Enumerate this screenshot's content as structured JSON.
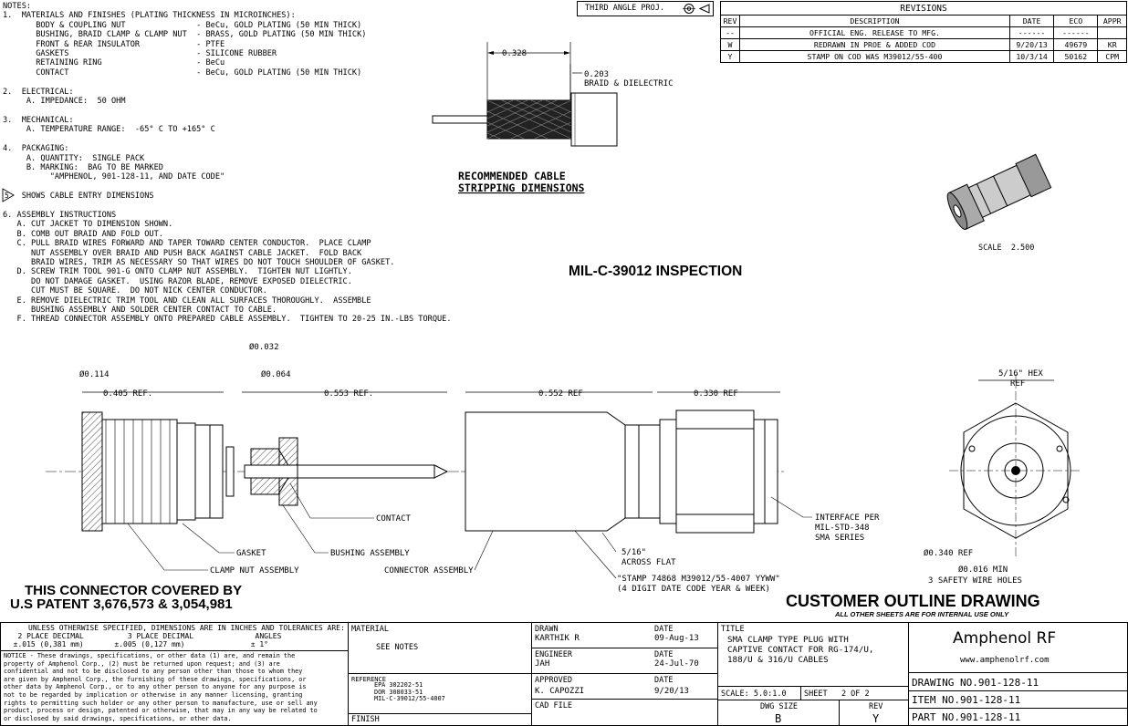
{
  "notes": {
    "heading": "NOTES:",
    "n1": "1.  MATERIALS AND FINISHES (PLATING THICKNESS IN MICROINCHES):",
    "materials": [
      {
        "part": "BODY & COUPLING NUT",
        "finish": "- BeCu, GOLD PLATING (50 MIN THICK)"
      },
      {
        "part": "BUSHING, BRAID CLAMP & CLAMP NUT",
        "finish": "- BRASS, GOLD PLATING (50 MIN THICK)"
      },
      {
        "part": "FRONT & REAR INSULATOR",
        "finish": "- PTFE"
      },
      {
        "part": "GASKETS",
        "finish": "- SILICONE RUBBER"
      },
      {
        "part": "RETAINING RING",
        "finish": "- BeCu"
      },
      {
        "part": "CONTACT",
        "finish": "- BeCu, GOLD PLATING (50 MIN THICK)"
      }
    ],
    "n2": "2.  ELECTRICAL:",
    "n2a": "A. IMPEDANCE:  50 OHM",
    "n3": "3.  MECHANICAL:",
    "n3a": "A. TEMPERATURE RANGE:  -65° C TO +165° C",
    "n4": "4.  PACKAGING:",
    "n4a": "A. QUANTITY:  SINGLE PACK",
    "n4b": "B. MARKING:  BAG TO BE MARKED",
    "n4c": "\"AMPHENOL, 901-128-11, AND DATE CODE\"",
    "n5": "SHOWS CABLE ENTRY DIMENSIONS",
    "n6": "6. ASSEMBLY INSTRUCTIONS",
    "n6lines": [
      "A. CUT JACKET TO DIMENSION SHOWN.",
      "B. COMB OUT BRAID AND FOLD OUT.",
      "C. PULL BRAID WIRES FORWARD AND TAPER TOWARD CENTER CONDUCTOR.  PLACE CLAMP",
      "   NUT ASSEMBLY OVER BRAID AND PUSH BACK AGAINST CABLE JACKET.  FOLD BACK",
      "   BRAID WIRES, TRIM AS NECESSARY SO THAT WIRES DO NOT TOUCH SHOULDER OF GASKET.",
      "D. SCREW TRIM TOOL 901-G ONTO CLAMP NUT ASSEMBLY.  TIGHTEN NUT LIGHTLY.",
      "   DO NOT DAMAGE GASKET.  USING RAZOR BLADE, REMOVE EXPOSED DIELECTRIC.",
      "   CUT MUST BE SQUARE.  DO NOT NICK CENTER CONDUCTOR.",
      "E. REMOVE DIELECTRIC TRIM TOOL AND CLEAN ALL SURFACES THOROUGHLY.  ASSEMBLE",
      "   BUSHING ASSEMBLY AND SOLDER CENTER CONTACT TO CABLE.",
      "F. THREAD CONNECTOR ASSEMBLY ONTO PREPARED CABLE ASSEMBLY.  TIGHTEN TO 20-25 IN.-LBS TORQUE."
    ],
    "flag": "5"
  },
  "third_angle": "THIRD ANGLE PROJ.",
  "revisions": {
    "title": "REVISIONS",
    "headers": [
      "REV",
      "DESCRIPTION",
      "DATE",
      "ECO",
      "APPR"
    ],
    "rows": [
      [
        "--",
        "OFFICIAL ENG. RELEASE TO MFG.",
        "------",
        "------",
        ""
      ],
      [
        "W",
        "REDRAWN IN PROE & ADDED COD",
        "9/20/13",
        "49679",
        "KR"
      ],
      [
        "Y",
        "STAMP ON COD WAS M39012/55-400",
        "10/3/14",
        "50162",
        "CPM"
      ]
    ]
  },
  "stripping": {
    "dim1": "0.328",
    "dim2": "0.203",
    "dim2b": "BRAID & DIELECTRIC",
    "title1": "RECOMMENDED CABLE",
    "title2": "STRIPPING DIMENSIONS"
  },
  "scale_label": "SCALE  2.500",
  "inspection": "MIL-C-39012  INSPECTION",
  "dims": {
    "d114": "Ø0.114",
    "d032": "Ø0.032",
    "d064": "Ø0.064",
    "ref405": "0.405 REF.",
    "ref553": "0.553 REF.",
    "ref552": "0.552 REF",
    "ref330": "0.330 REF",
    "hex": "5/16\" HEX",
    "hexref": "REF",
    "d340": "Ø0.340 REF",
    "d016": "Ø0.016 MIN",
    "holes": "3 SAFETY WIRE HOLES"
  },
  "callouts": {
    "contact": "CONTACT",
    "gasket": "GASKET",
    "bushing": "BUSHING ASSEMBLY",
    "clamp": "CLAMP NUT ASSEMBLY",
    "connector": "CONNECTOR ASSEMBLY",
    "flat1": "5/16\"",
    "flat2": "ACROSS FLAT",
    "stamp1": "\"STAMP 74868 M39012/55-4007 YYWW\"",
    "stamp2": "(4 DIGIT DATE CODE YEAR & WEEK)",
    "iface1": "INTERFACE PER",
    "iface2": "MIL-STD-348",
    "iface3": "SMA SERIES"
  },
  "patent": {
    "line1": "THIS CONNECTOR COVERED BY",
    "line2": "U.S PATENT  3,676,573  &  3,054,981"
  },
  "cod": {
    "title": "CUSTOMER OUTLINE DRAWING",
    "sub": "ALL OTHER SHEETS ARE FOR INTERNAL USE ONLY"
  },
  "titleblock": {
    "tol1": "UNLESS OTHERWISE SPECIFIED, DIMENSIONS ARE IN INCHES AND TOLERANCES ARE:",
    "tol2": "   2 PLACE DECIMAL          3 PLACE DECIMAL              ANGLES",
    "tol3": "  ±.015 (0,381 mm)       ±.005 (0,127 mm)               ± 1°",
    "notice": "NOTICE - These drawings, specifications, or other data (1) are, and remain the\nproperty of Amphenol Corp., (2) must be returned upon request; and (3) are\nconfidential and not to be disclosed to any person other than those to whom they\nare given by Amphenol Corp., the furnishing of these drawings, specifications, or\nother data by Amphenol Corp., or to any other person to anyone for any purpose is\nnot to be regarded by implication or otherwise in any manner licensing, granting\nrights to permitting such holder or any other person to manufacture, use or sell any\nproduct, process or design, patented or otherwise, that may in any way be related to\nor disclosed by said drawings, specifications, or other data.",
    "material_lbl": "MATERIAL",
    "material_val": "SEE NOTES",
    "reference_lbl": "REFERENCE",
    "reference_val": "EPA 302202-51\nDOR 308033-51\nMIL-C-39012/55-4007",
    "finish_lbl": "FINISH",
    "drawn_lbl": "DRAWN",
    "drawn_val": "KARTHIK R",
    "drawn_date_lbl": "DATE",
    "drawn_date": "09-Aug-13",
    "eng_lbl": "ENGINEER",
    "eng_val": "JAH",
    "eng_date_lbl": "DATE",
    "eng_date": "24-Jul-70",
    "appr_lbl": "APPROVED",
    "appr_val": "K. CAPOZZI",
    "appr_date_lbl": "DATE",
    "appr_date": "9/20/13",
    "cad_lbl": "CAD FILE",
    "title_lbl": "TITLE",
    "title_val": "SMA CLAMP TYPE PLUG WITH\nCAPTIVE CONTACT FOR RG-174/U,\n188/U & 316/U CABLES",
    "scale": "SCALE: 5.0:1.0",
    "sheet": "SHEET   2 OF 2",
    "dwgsize_lbl": "DWG SIZE",
    "dwgsize": "B",
    "rev_lbl": "REV",
    "rev": "Y",
    "company": "Amphenol RF",
    "website": "www.amphenolrf.com",
    "drawing_no": "DRAWING NO.901-128-11",
    "item_no": "ITEM NO.901-128-11",
    "part_no": "PART NO.901-128-11"
  }
}
